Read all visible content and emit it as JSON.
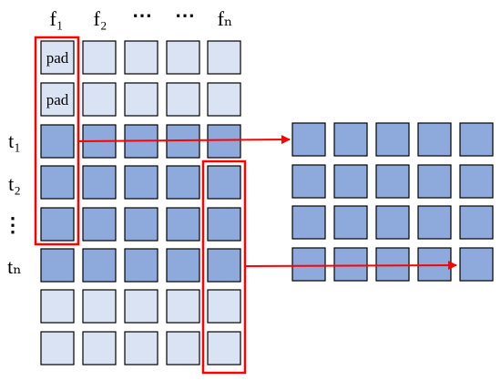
{
  "column_labels": [
    "f₁",
    "f₂",
    "⋯",
    "⋯",
    "fₙ"
  ],
  "row_labels": [
    "t₁",
    "t₂",
    "⋮",
    "tₙ"
  ],
  "pad_label": "pad",
  "colors": {
    "dark_cell": "#8ea9db",
    "light_cell": "#dae3f3",
    "cell_border": "#000000",
    "highlight": "#ff0000"
  }
}
